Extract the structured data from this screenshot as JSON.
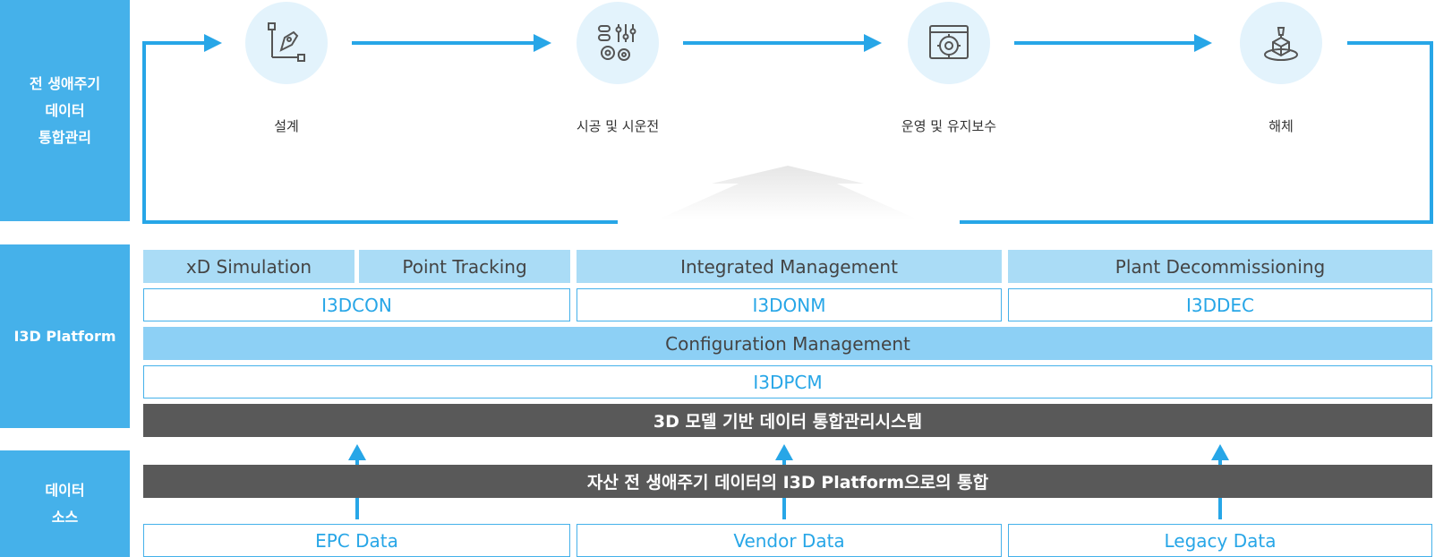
{
  "side_labels": {
    "lifecycle": "전 생애주기\n데이터\n통합관리",
    "platform": "I3D Platform",
    "sources": "데이터\n소스"
  },
  "stages": [
    {
      "label": "설계",
      "icon": "pen-design-icon"
    },
    {
      "label": "시공 및 시운전",
      "icon": "gears-controls-icon"
    },
    {
      "label": "운영 및 유지보수",
      "icon": "web-gear-icon"
    },
    {
      "label": "해체",
      "icon": "decommission-cube-icon"
    }
  ],
  "features": [
    "xD Simulation",
    "Point Tracking",
    "Integrated Management",
    "Plant Decommissioning"
  ],
  "modules": [
    "I3DCON",
    "I3DONM",
    "I3DDEC"
  ],
  "config": {
    "label": "Configuration Management",
    "module": "I3DPCM"
  },
  "system_bar": "3D 모델 기반 데이터 통합관리시스템",
  "integration_bar": "자산 전 생애주기 데이터의 I3D Platform으로의 통합",
  "sources": [
    "EPC Data",
    "Vendor Data",
    "Legacy Data"
  ],
  "colors": {
    "accent": "#45b1ea",
    "dark": "#595959",
    "light": "#aadcf6"
  }
}
